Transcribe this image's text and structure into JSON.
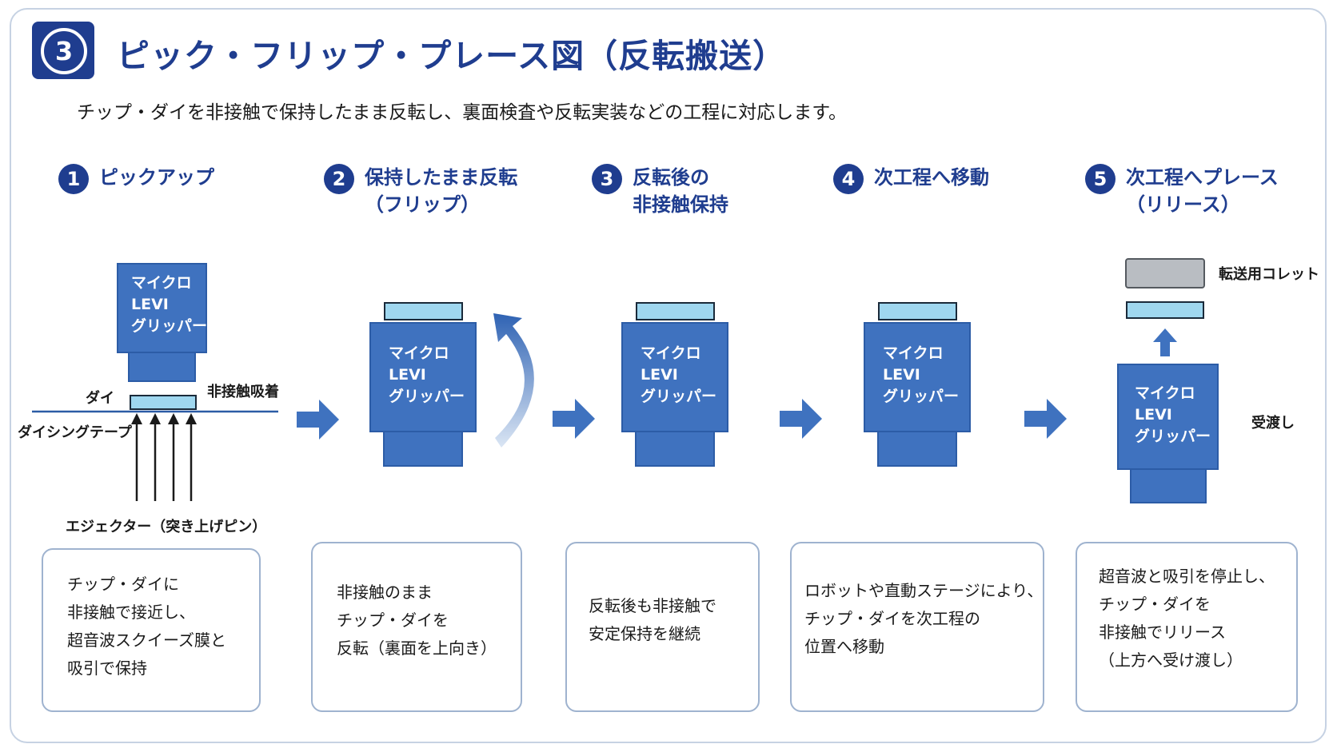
{
  "header": {
    "badge_number": "3",
    "title": "ピック・フリップ・プレース図（反転搬送）",
    "subtitle": "チップ・ダイを非接触で保持したまま反転し、裏面検査や反転実装などの工程に対応します。"
  },
  "steps": [
    {
      "number": "1",
      "title_lines": [
        "ピックアップ"
      ]
    },
    {
      "number": "2",
      "title_lines": [
        "保持したまま反転",
        "（フリップ）"
      ]
    },
    {
      "number": "3",
      "title_lines": [
        "反転後の",
        "非接触保持"
      ]
    },
    {
      "number": "4",
      "title_lines": [
        "次工程へ移動"
      ]
    },
    {
      "number": "5",
      "title_lines": [
        "次工程へプレース",
        "（リリース）"
      ]
    }
  ],
  "gripper_label_lines": [
    "マイクロ",
    "LEVI",
    "グリッパー"
  ],
  "labels": {
    "die": "ダイ",
    "non_contact_suction": "非接触吸着",
    "dicing_tape": "ダイシングテープ",
    "ejector": "エジェクター（突き上げピン）",
    "transfer_collet": "転送用コレット",
    "handover": "受渡し"
  },
  "descriptions": [
    {
      "lines": [
        "チップ・ダイに",
        "非接触で接近し、",
        "超音波スクイーズ膜と",
        "吸引で保持"
      ]
    },
    {
      "lines": [
        "非接触のまま",
        "チップ・ダイを",
        "反転（裏面を上向き）"
      ]
    },
    {
      "lines": [
        "反転後も非接触で",
        "安定保持を継続"
      ]
    },
    {
      "lines": [
        "ロボットや直動ステージにより、",
        "チップ・ダイを次工程の",
        "位置へ移動"
      ]
    },
    {
      "lines": [
        "超音波と吸引を停止し、",
        "チップ・ダイを",
        "非接触でリリース",
        "（上方へ受け渡し）"
      ]
    }
  ],
  "colors": {
    "brand_navy": "#1f3d8f",
    "gripper_blue": "#3f72bf",
    "chip_cyan": "#9fd7ef",
    "collet_gray": "#b9bdc2",
    "arrow_blue": "#3f72bf",
    "box_border": "#9fb3cf"
  }
}
